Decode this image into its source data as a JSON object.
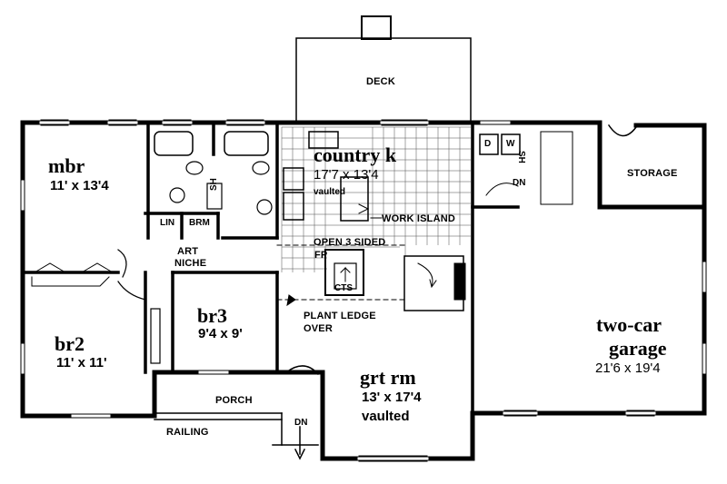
{
  "rooms": {
    "deck": "DECK",
    "mbr": {
      "name": "mbr",
      "size": "11' x 13'4"
    },
    "country_k": {
      "name": "country k",
      "size": "17'7 x 13'4",
      "note": "vaulted"
    },
    "storage": "STORAGE",
    "work_island": "WORK ISLAND",
    "open_fp": "OPEN 3 SIDED",
    "fp": "FP",
    "lin": "LIN",
    "brm": "BRM",
    "sh1": "SH",
    "sh2": "SH",
    "dn_top": "DN",
    "art_niche": "ART",
    "art_niche2": "NICHE",
    "cts": "CTS",
    "d": "D",
    "w": "W",
    "br3": {
      "name": "br3",
      "size": "9'4 x 9'"
    },
    "plant_ledge": "PLANT LEDGE",
    "plant_ledge2": "OVER",
    "br2": {
      "name": "br2",
      "size": "11' x 11'"
    },
    "garage": {
      "name1": "two-car",
      "name2": "garage",
      "size": "21'6 x 19'4"
    },
    "grt_rm": {
      "name": "grt rm",
      "size": "13' x 17'4",
      "note": "vaulted"
    },
    "porch": "PORCH",
    "railing": "RAILING",
    "dn_bottom": "DN"
  }
}
